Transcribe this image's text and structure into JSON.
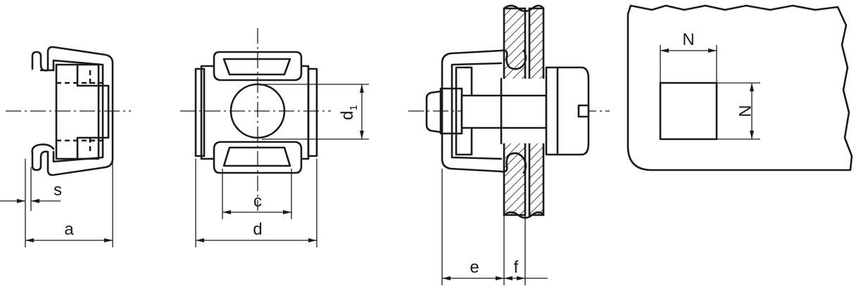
{
  "dimensions": {
    "s": "s",
    "a": "a",
    "c": "c",
    "d": "d",
    "d1_main": "d",
    "d1_sub": "1",
    "e": "e",
    "f": "f",
    "n_top": "N",
    "n_side": "N"
  }
}
